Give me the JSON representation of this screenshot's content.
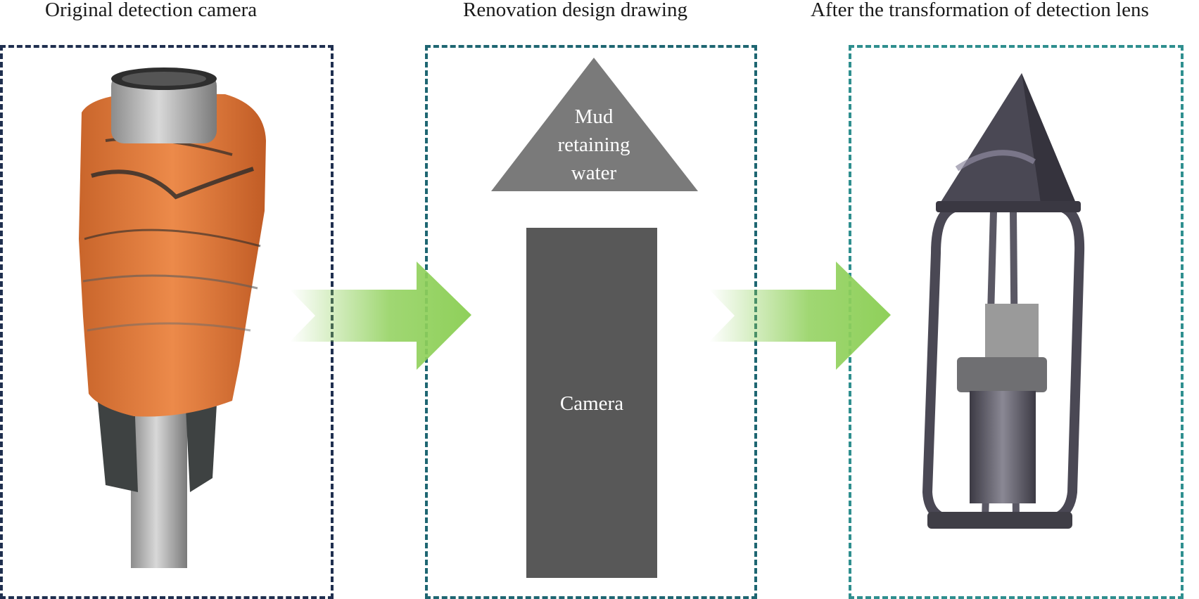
{
  "panels": {
    "original": {
      "title": "Original detection camera",
      "border_color": "#1f2f4f"
    },
    "design": {
      "title": "Renovation design drawing",
      "border_color": "#1e6672",
      "triangle_label_lines": [
        "Mud",
        "retaining",
        "water"
      ],
      "box_label": "Camera",
      "triangle_color": "#7a7a7a",
      "box_color": "#585858"
    },
    "after": {
      "title": "After the transformation of detection lens",
      "border_color": "#2f8f8f"
    }
  },
  "arrow_color": "#8fd05a",
  "photo_colors": {
    "orange_wrap": "#e07a3a",
    "steel": "#b6b6b6",
    "dark_metal": "#4c4a55"
  }
}
